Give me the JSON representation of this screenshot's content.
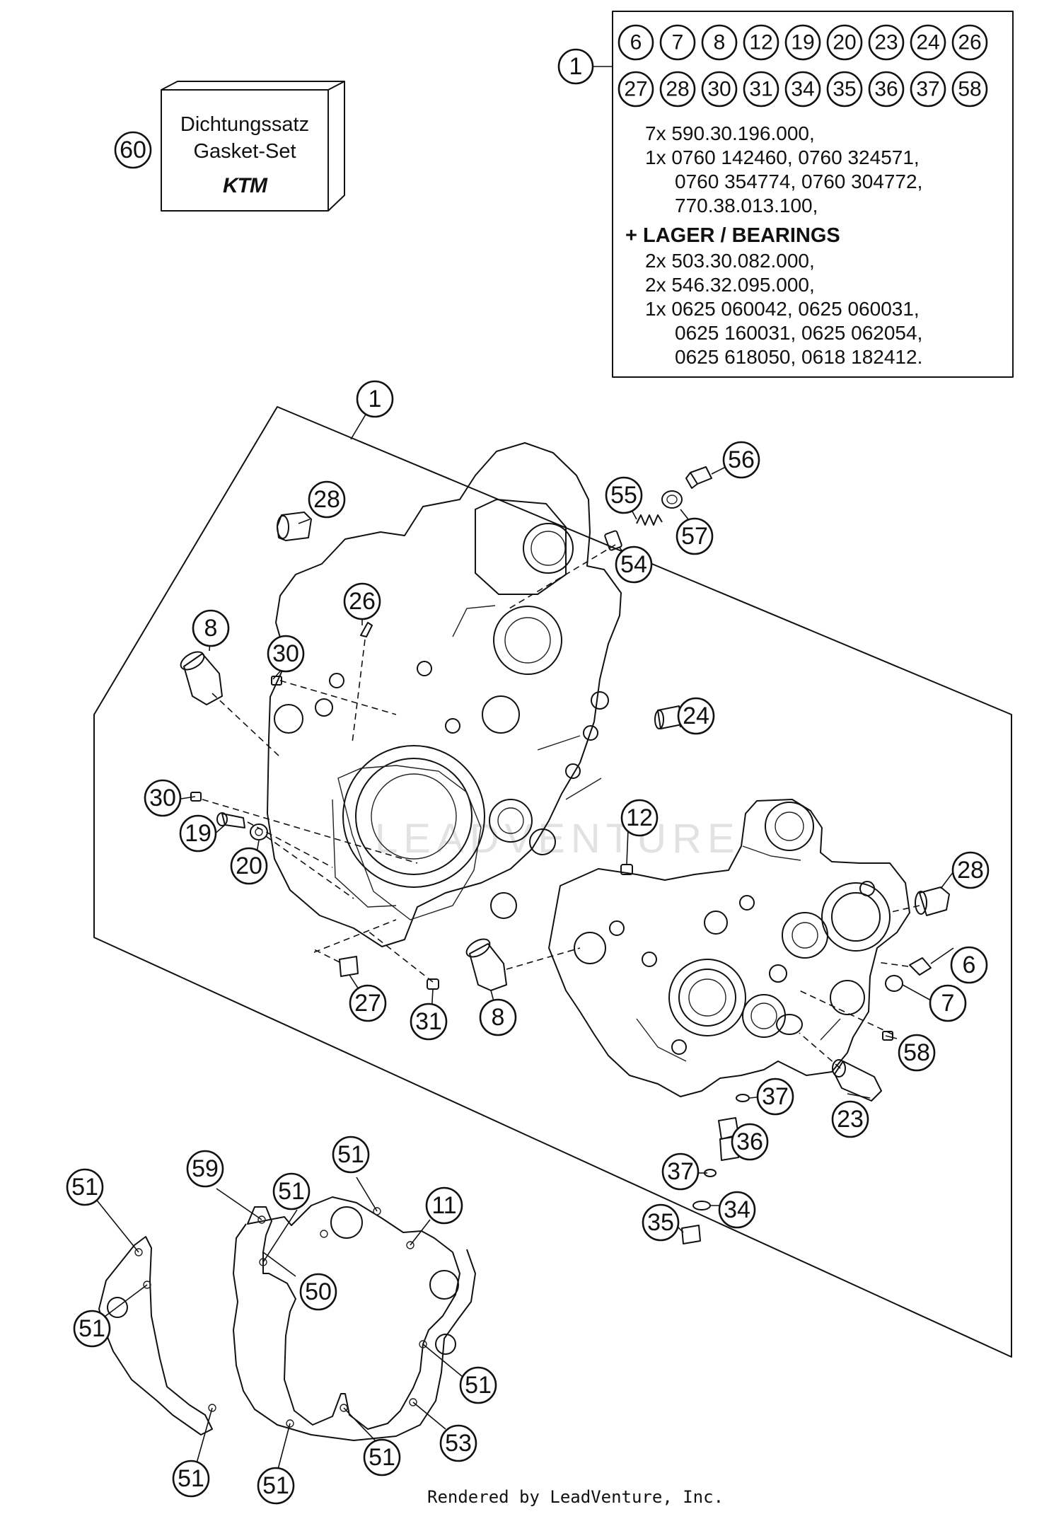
{
  "gasket_box": {
    "line1": "Dichtungssatz",
    "line2": "Gasket-Set",
    "logo": "KTM",
    "callout": "60"
  },
  "kit_box": {
    "callout": "1",
    "included_refs": [
      "6",
      "7",
      "8",
      "12",
      "19",
      "20",
      "23",
      "24",
      "26",
      "27",
      "28",
      "30",
      "31",
      "34",
      "35",
      "36",
      "37",
      "58"
    ],
    "part_lines": [
      "7x 590.30.196.000,",
      "1x 0760 142460, 0760 324571,",
      "0760 354774, 0760 304772,",
      "770.38.013.100,"
    ],
    "bearings_heading": "+ LAGER / BEARINGS",
    "bearing_lines": [
      "2x 503.30.082.000,",
      "2x 546.32.095.000,",
      "1x 0625 060042, 0625 060031,",
      "0625 160031, 0625 062054,",
      "0625 618050, 0618 182412."
    ]
  },
  "assembly_callout": "1",
  "callouts": [
    "28",
    "56",
    "55",
    "57",
    "54",
    "26",
    "8",
    "30",
    "24",
    "30",
    "12",
    "19",
    "20",
    "28",
    "6",
    "7",
    "27",
    "31",
    "8",
    "58",
    "37",
    "23",
    "36",
    "37",
    "34",
    "35",
    "51",
    "59",
    "51",
    "51",
    "11",
    "50",
    "51",
    "51",
    "53",
    "51",
    "51",
    "51"
  ],
  "watermark": "LEADVENTURE",
  "footer": "Rendered by LeadVenture, Inc."
}
